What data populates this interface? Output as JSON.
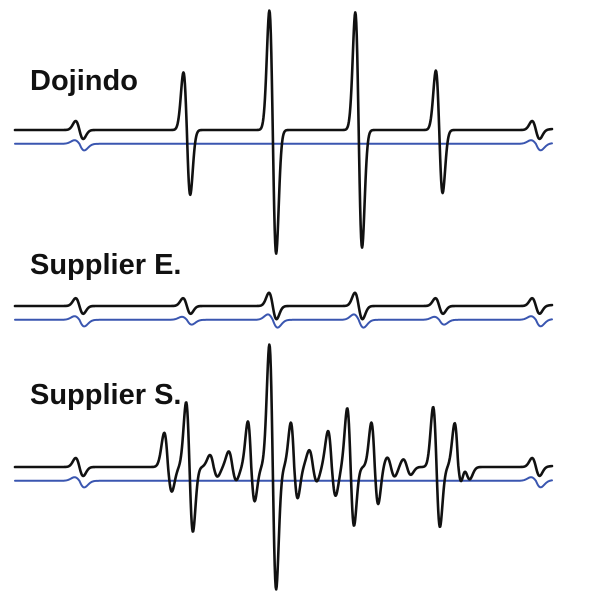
{
  "chart_data": {
    "type": "line",
    "x_axis_shown": false,
    "y_axis_shown": false,
    "grid": false,
    "colors": {
      "black_trace": "#111111",
      "blue_trace": "#3a56b0"
    },
    "panels": [
      {
        "label": "Dojindo",
        "series": [
          {
            "color": "black",
            "baseline": 0,
            "peaks": [
              {
                "x": 12,
                "up": 1.5,
                "down": 1.5
              },
              {
                "x": 32,
                "up": 9.6,
                "down": 10.8
              },
              {
                "x": 48,
                "up": 19.9,
                "down": 20.6
              },
              {
                "x": 64,
                "up": 19.6,
                "down": 19.6
              },
              {
                "x": 79,
                "up": 9.9,
                "down": 10.5
              },
              {
                "x": 97,
                "up": 1.5,
                "down": 1.5
              }
            ]
          },
          {
            "color": "blue",
            "baseline": -2.3,
            "peaks": [
              {
                "x": 12,
                "up": 0.6,
                "down": 1.1
              },
              {
                "x": 97,
                "up": 0.6,
                "down": 1.1
              }
            ]
          }
        ]
      },
      {
        "label": "Supplier E.",
        "series": [
          {
            "color": "black",
            "baseline": 0,
            "peaks": [
              {
                "x": 12,
                "up": 1.3,
                "down": 1.3
              },
              {
                "x": 32,
                "up": 1.3,
                "down": 1.3
              },
              {
                "x": 48,
                "up": 2.2,
                "down": 2.2
              },
              {
                "x": 64,
                "up": 2.2,
                "down": 2.2
              },
              {
                "x": 79,
                "up": 1.3,
                "down": 1.3
              },
              {
                "x": 97,
                "up": 1.3,
                "down": 1.3
              }
            ]
          },
          {
            "color": "blue",
            "baseline": -2.3,
            "peaks": [
              {
                "x": 12,
                "up": 0.6,
                "down": 1.1
              },
              {
                "x": 32,
                "up": 0.5,
                "down": 0.8
              },
              {
                "x": 48,
                "up": 0.9,
                "down": 1.3
              },
              {
                "x": 64,
                "up": 0.9,
                "down": 1.3
              },
              {
                "x": 79,
                "up": 0.5,
                "down": 0.8
              },
              {
                "x": 97,
                "up": 0.6,
                "down": 1.1
              }
            ]
          }
        ]
      },
      {
        "label": "Supplier S.",
        "series": [
          {
            "color": "black",
            "baseline": 0,
            "peaks": [
              {
                "x": 12,
                "up": 1.5,
                "down": 1.5
              },
              {
                "x": 28.5,
                "up": 5.7,
                "down": 4.1
              },
              {
                "x": 32.5,
                "up": 10.8,
                "down": 10.8
              },
              {
                "x": 37,
                "up": 2.0,
                "down": 1.6
              },
              {
                "x": 40.5,
                "up": 2.6,
                "down": 2.2
              },
              {
                "x": 44,
                "up": 7.6,
                "down": 5.7
              },
              {
                "x": 48,
                "up": 20.4,
                "down": 20.4
              },
              {
                "x": 52,
                "up": 7.4,
                "down": 5.2
              },
              {
                "x": 55.5,
                "up": 2.8,
                "down": 2.4
              },
              {
                "x": 59,
                "up": 6.0,
                "down": 4.8
              },
              {
                "x": 62.5,
                "up": 9.8,
                "down": 9.8
              },
              {
                "x": 67,
                "up": 7.4,
                "down": 6.2
              },
              {
                "x": 70,
                "up": 1.6,
                "down": 1.6
              },
              {
                "x": 73,
                "up": 1.3,
                "down": 1.3
              },
              {
                "x": 78.5,
                "up": 10.0,
                "down": 10.0
              },
              {
                "x": 82.5,
                "up": 7.2,
                "down": 4.2
              },
              {
                "x": 84,
                "up": 2.0,
                "down": 2.0
              },
              {
                "x": 97,
                "up": 1.5,
                "down": 1.5
              }
            ]
          },
          {
            "color": "blue",
            "baseline": -2.3,
            "peaks": [
              {
                "x": 12,
                "up": 0.6,
                "down": 1.1
              },
              {
                "x": 97,
                "up": 0.6,
                "down": 1.1
              }
            ]
          }
        ]
      }
    ]
  }
}
